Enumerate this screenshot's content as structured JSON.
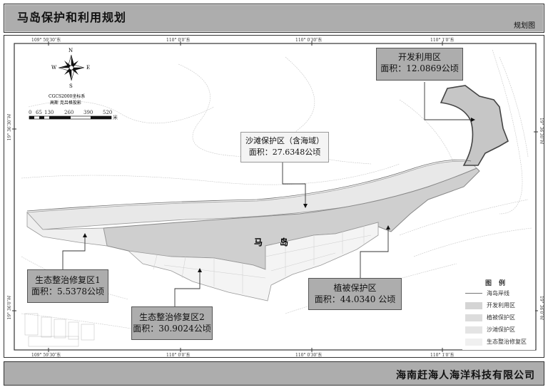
{
  "header": {
    "title": "马岛保护和利用规划",
    "subtitle": "规划图"
  },
  "footer": {
    "company": "海南赶海人海洋科技有限公司"
  },
  "axes": {
    "top": [
      "109° 59′30″东",
      "110° 0′0″东",
      "110° 0′30″东",
      "110° 1′0″东"
    ],
    "bottom": [
      "109° 59′30″东",
      "110° 0′0″东",
      "110° 0′30″东",
      "110° 1′0″东"
    ],
    "left": [
      "19° 36′30″北",
      "19° 36′0″北"
    ],
    "right": [
      "19° 36′30″北",
      "19° 36′0″北"
    ]
  },
  "compass": {
    "n": "N",
    "s": "S",
    "e": "E",
    "w": "W"
  },
  "projection": {
    "line1": "CGCS2000坐标系",
    "line2": "高斯 克吕格投影"
  },
  "scale": {
    "ticks": [
      "0",
      "65",
      "130",
      "260",
      "390",
      "520"
    ],
    "unit": "米"
  },
  "island_name": [
    "马",
    "岛"
  ],
  "zones": {
    "dev": {
      "name": "开发利用区",
      "area": "面积：12.0869公顷",
      "color": "#c8c8c8"
    },
    "beach": {
      "name": "沙滩保护区（含海域）",
      "area": "面积：27.6348公顷",
      "color": "#e6e6e6"
    },
    "veg": {
      "name": "植被保护区",
      "area": "面积：44.0340 公顷",
      "color": "#d6d6d6"
    },
    "eco1": {
      "name": "生态整治修复区1",
      "area": "面积：5.5378公顷",
      "color": "#efefef"
    },
    "eco2": {
      "name": "生态整治修复区2",
      "area": "面积：30.9024公顷",
      "color": "#f3f3f3"
    }
  },
  "legend": {
    "title": "图例",
    "items": [
      {
        "label": "海岛岸线",
        "type": "line"
      },
      {
        "label": "开发利用区",
        "color": "#d4d4d4"
      },
      {
        "label": "植被保护区",
        "color": "#dcdcdc"
      },
      {
        "label": "沙滩保护区",
        "color": "#e4e4e4"
      },
      {
        "label": "生态整治修复区",
        "color": "#f0f0f0"
      }
    ]
  }
}
